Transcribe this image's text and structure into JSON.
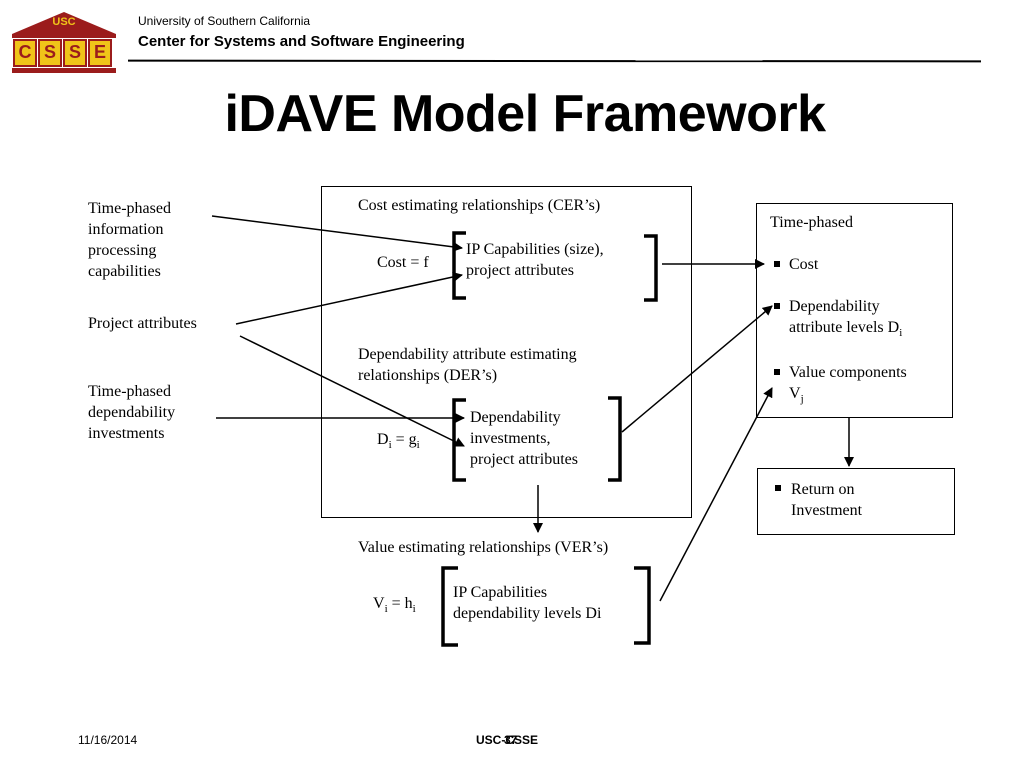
{
  "header": {
    "logo_top": "USC",
    "logo_letters": [
      "C",
      "S",
      "S",
      "E"
    ],
    "university": "University of Southern California",
    "center": "Center for Systems and Software Engineering"
  },
  "title": "iDAVE Model Framework",
  "inputs": {
    "time_phased_ip": [
      "Time-phased",
      "information",
      "processing",
      "capabilities"
    ],
    "project_attributes": "Project attributes",
    "time_phased_dep": [
      "Time-phased",
      "dependability",
      "investments"
    ]
  },
  "main_box": {
    "cer_heading": "Cost estimating relationships (CER’s)",
    "cost_eq": "Cost = f",
    "cer_args": [
      "IP Capabilities (size),",
      "project attributes"
    ],
    "der_heading": [
      "Dependability attribute estimating",
      "relationships (DER’s)"
    ],
    "der_eq_main": "D",
    "der_eq_sub": "i",
    "der_eq_rhs": " = g",
    "der_eq_rhs_sub": "i",
    "der_args": [
      "Dependability",
      "investments,",
      "project attributes"
    ]
  },
  "ver": {
    "heading": "Value estimating relationships (VER’s)",
    "eq_main": "V",
    "eq_sub": "i",
    "eq_rhs": " = h",
    "eq_rhs_sub": "i",
    "args": [
      "IP Capabilities",
      "dependability levels Di"
    ]
  },
  "outputs": {
    "heading": "Time-phased",
    "cost": "Cost",
    "dep_line1": "Dependability",
    "dep_line2": "attribute levels D",
    "dep_sub": "i",
    "value_line1": "Value components",
    "value_line2": "V",
    "value_sub": "j"
  },
  "roi": [
    "Return on",
    "Investment"
  ],
  "footer": {
    "date": "11/16/2014",
    "center": "USC-CSSE",
    "page": "37"
  }
}
